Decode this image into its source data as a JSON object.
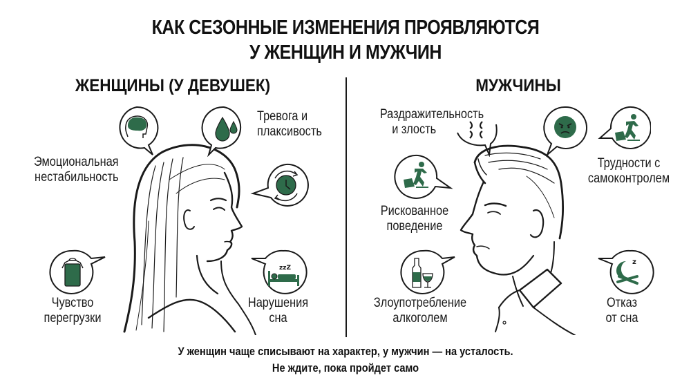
{
  "title": {
    "line1": "КАК СЕЗОННЫЕ ИЗМЕНЕНИЯ ПРОЯВЛЯЮТСЯ",
    "line2": "У ЖЕНЩИН И МУЖЧИН"
  },
  "colors": {
    "accent_green": "#2e6b4a",
    "outline": "#1a1a1a",
    "background": "#ffffff"
  },
  "women": {
    "heading": "ЖЕНЩИНЫ (У ДЕВУШЕК)",
    "items": [
      {
        "icon": "brain-head-icon",
        "line1": "Эмоциональная",
        "line2": "нестабильность"
      },
      {
        "icon": "tear-drops-icon",
        "line1": "Тревога и",
        "line2": "плаксивость"
      },
      {
        "icon": "clock-cycle-icon",
        "line1": "",
        "line2": ""
      },
      {
        "icon": "heavy-backpack-icon",
        "line1": "Чувство",
        "line2": "перегрузки"
      },
      {
        "icon": "sleeping-bed-icon",
        "line1": "Нарушения",
        "line2": "сна",
        "zzz": "zzZ"
      }
    ]
  },
  "men": {
    "heading": "МУЖЧИНЫ",
    "items": [
      {
        "icon": "anger-symbol-icon",
        "line1": "Раздражительность",
        "line2": "и злость"
      },
      {
        "icon": "angry-face-icon",
        "line1": "",
        "line2": ""
      },
      {
        "icon": "stumbling-person-icon",
        "line1": "Трудности с",
        "line2": "самоконтролем"
      },
      {
        "icon": "running-person-icon",
        "line1": "Рискованное",
        "line2": "поведение"
      },
      {
        "icon": "bottle-glass-icon",
        "line1": "Злоупотребление",
        "line2": "алкоголем"
      },
      {
        "icon": "moon-crossed-icon",
        "line1": "Отказ",
        "line2": "от сна",
        "z": "z"
      }
    ]
  },
  "footer": {
    "line1": "У женщин чаще списывают на характер, у мужчин — на усталость.",
    "line2": "Не ждите, пока пройдет само"
  }
}
